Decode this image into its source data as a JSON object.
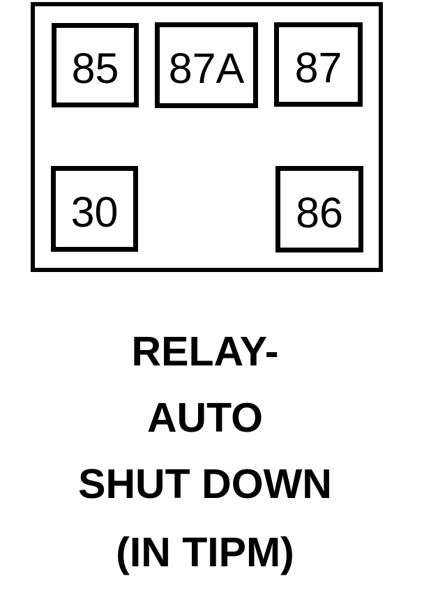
{
  "diagram": {
    "type": "relay-pinout",
    "pins": [
      {
        "label": "85"
      },
      {
        "label": "87A"
      },
      {
        "label": "87"
      },
      {
        "label": "30"
      },
      {
        "label": "86"
      }
    ],
    "caption_lines": [
      {
        "text": "RELAY-"
      },
      {
        "text": "AUTO"
      },
      {
        "text": "SHUT DOWN"
      },
      {
        "text": "(IN TIPM)"
      }
    ],
    "colors": {
      "ink": "#000000",
      "background": "#ffffff"
    }
  }
}
